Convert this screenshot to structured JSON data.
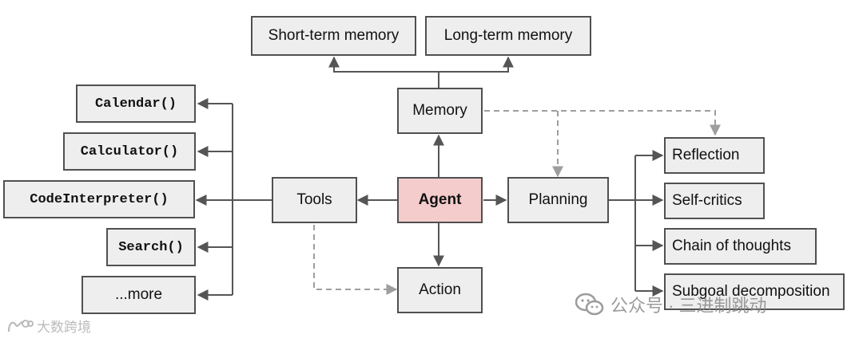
{
  "nodes": {
    "short_term_memory": "Short-term memory",
    "long_term_memory": "Long-term memory",
    "memory": "Memory",
    "agent": "Agent",
    "tools": "Tools",
    "planning": "Planning",
    "action": "Action",
    "calendar": "Calendar()",
    "calculator": "Calculator()",
    "code_interpreter": "CodeInterpreter()",
    "search": "Search()",
    "more": "...more",
    "reflection": "Reflection",
    "self_critics": "Self-critics",
    "chain_of_thoughts": "Chain of thoughts",
    "subgoal_decomposition": "Subgoal decomposition"
  },
  "watermarks": {
    "wechat_text": "公众号 · 三进制跳动",
    "source_text": "大数跨境",
    "wechat_icon": "wechat-icon",
    "source_icon": "logo-icon"
  },
  "colors": {
    "agent_fill": "#f4cccc",
    "node_fill": "#eeeeee",
    "edge": "#555555",
    "dashed_edge": "#9e9e9e"
  }
}
